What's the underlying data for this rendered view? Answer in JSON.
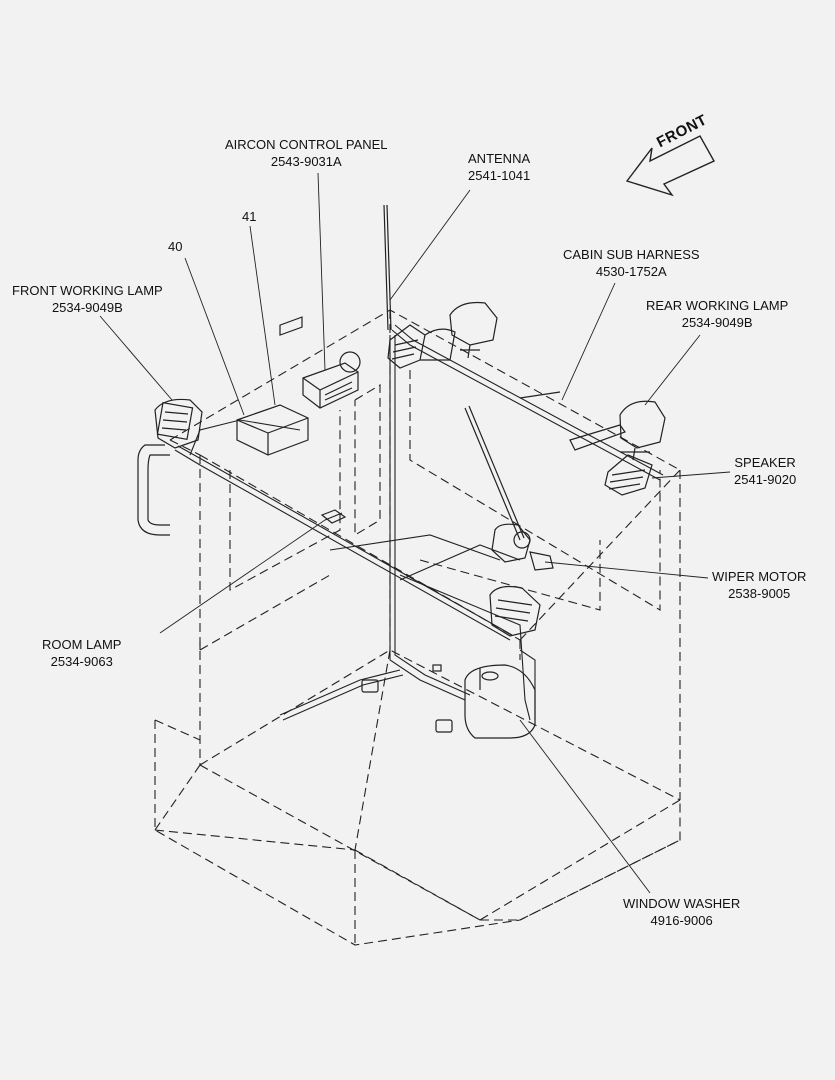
{
  "direction_label": "FRONT",
  "labels": {
    "aircon": {
      "name": "AIRCON CONTROL PANEL",
      "part": "2543-9031A"
    },
    "antenna": {
      "name": "ANTENNA",
      "part": "2541-1041"
    },
    "cabin_sub_harness": {
      "name": "CABIN SUB HARNESS",
      "part": "4530-1752A"
    },
    "rear_working_lamp": {
      "name": "REAR WORKING LAMP",
      "part": "2534-9049B"
    },
    "front_working_lamp": {
      "name": "FRONT WORKING LAMP",
      "part": "2534-9049B"
    },
    "speaker": {
      "name": "SPEAKER",
      "part": "2541-9020"
    },
    "wiper_motor": {
      "name": "WIPER MOTOR",
      "part": "2538-9005"
    },
    "room_lamp": {
      "name": "ROOM LAMP",
      "part": "2534-9063"
    },
    "window_washer": {
      "name": "WINDOW WASHER",
      "part": "4916-9006"
    },
    "item_40": "40",
    "item_41": "41"
  }
}
